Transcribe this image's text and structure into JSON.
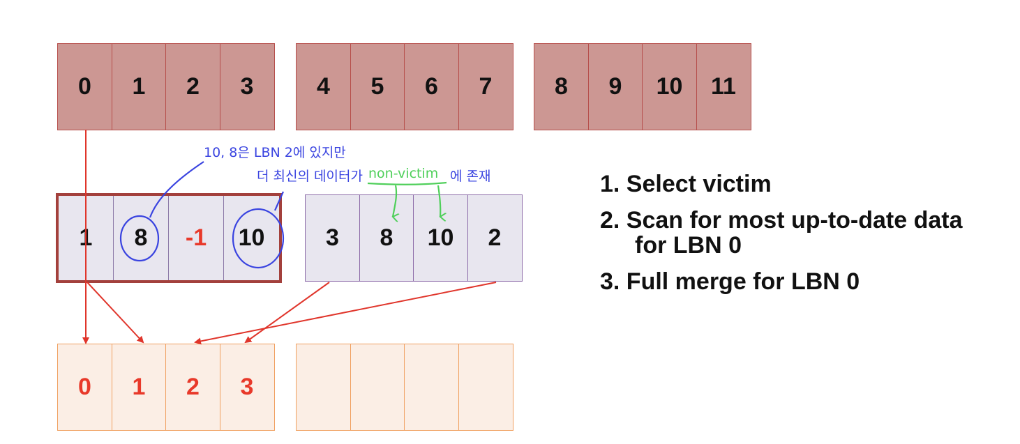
{
  "logical_blocks": [
    {
      "cells": [
        "0",
        "1",
        "2",
        "3"
      ]
    },
    {
      "cells": [
        "4",
        "5",
        "6",
        "7"
      ]
    },
    {
      "cells": [
        "8",
        "9",
        "10",
        "11"
      ]
    }
  ],
  "log_blocks": [
    {
      "cells": [
        "1",
        "8",
        "-1",
        "10"
      ]
    },
    {
      "cells": [
        "3",
        "8",
        "10",
        "2"
      ]
    }
  ],
  "merged_blocks": [
    {
      "cells": [
        "0",
        "1",
        "2",
        "3"
      ]
    },
    {
      "cells": [
        "",
        "",
        "",
        ""
      ]
    }
  ],
  "steps": {
    "s1": "1. Select victim",
    "s2": "2. Scan for most up-to-date data",
    "s2b": "for LBN 0",
    "s3": "3. Full merge for LBN 0"
  },
  "annotations": {
    "line1": "10, 8은 LBN 2에 있지만",
    "line2a": "더 최신의 데이터가",
    "line2b": "non-victim",
    "line2c": "에 존재"
  },
  "colors": {
    "logical_fill": "#cc9793",
    "log_fill": "#e8e6ef",
    "merged_fill": "#fbeee5",
    "arrow_red": "#e0352b",
    "note_blue": "#3a44e0",
    "note_green": "#4fcf5a"
  }
}
